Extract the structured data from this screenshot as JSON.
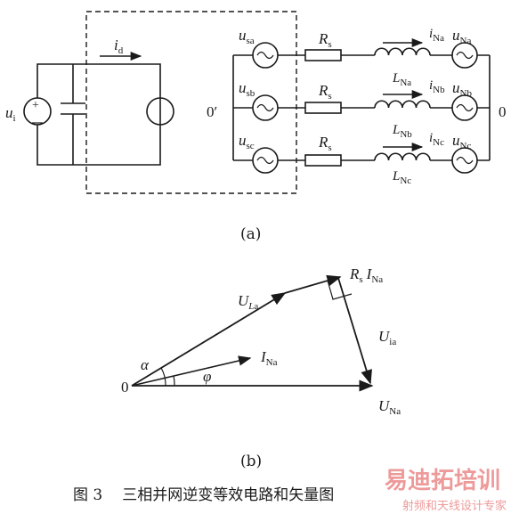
{
  "circuit": {
    "dc_source": {
      "sym": "u",
      "sub": "i"
    },
    "dc_current": {
      "sym": "i",
      "sub": "d"
    },
    "neutral_left": "0′",
    "neutral_right": "0",
    "phases": [
      {
        "src_sym": "u",
        "src_sub": "sa",
        "res_sym": "R",
        "res_sub": "s",
        "cur_sym": "i",
        "cur_sub": "Na",
        "ind_sym": "L",
        "ind_sub": "Na",
        "grid_sym": "u",
        "grid_sub": "Na"
      },
      {
        "src_sym": "u",
        "src_sub": "sb",
        "res_sym": "R",
        "res_sub": "s",
        "cur_sym": "i",
        "cur_sub": "Nb",
        "ind_sym": "L",
        "ind_sub": "Nb",
        "grid_sym": "u",
        "grid_sub": "Nb"
      },
      {
        "src_sym": "u",
        "src_sub": "sc",
        "res_sym": "R",
        "res_sub": "s",
        "cur_sym": "i",
        "cur_sub": "Nc",
        "ind_sym": "L",
        "ind_sub": "Nc",
        "grid_sym": "u",
        "grid_sub": "Nc"
      }
    ],
    "caption": "(a)"
  },
  "phasor": {
    "origin": "0",
    "ULa": {
      "sym": "U",
      "sub1": "L",
      "sub2": "a"
    },
    "RsINa": {
      "sym1": "R",
      "sub1": "s",
      "sym2": "I",
      "sub2": "Na"
    },
    "Uia": {
      "sym": "U",
      "sub": "ia"
    },
    "INa": {
      "sym": "I",
      "sub": "Na"
    },
    "UNa": {
      "sym": "U",
      "sub": "Na"
    },
    "alpha": "α",
    "phi": "φ",
    "caption": "(b)"
  },
  "figure_caption": {
    "number": "图 3",
    "title": "三相并网逆变等效电路和矢量图"
  },
  "watermark": {
    "main": "易迪拓培训",
    "sub": "射频和天线设计专家"
  }
}
